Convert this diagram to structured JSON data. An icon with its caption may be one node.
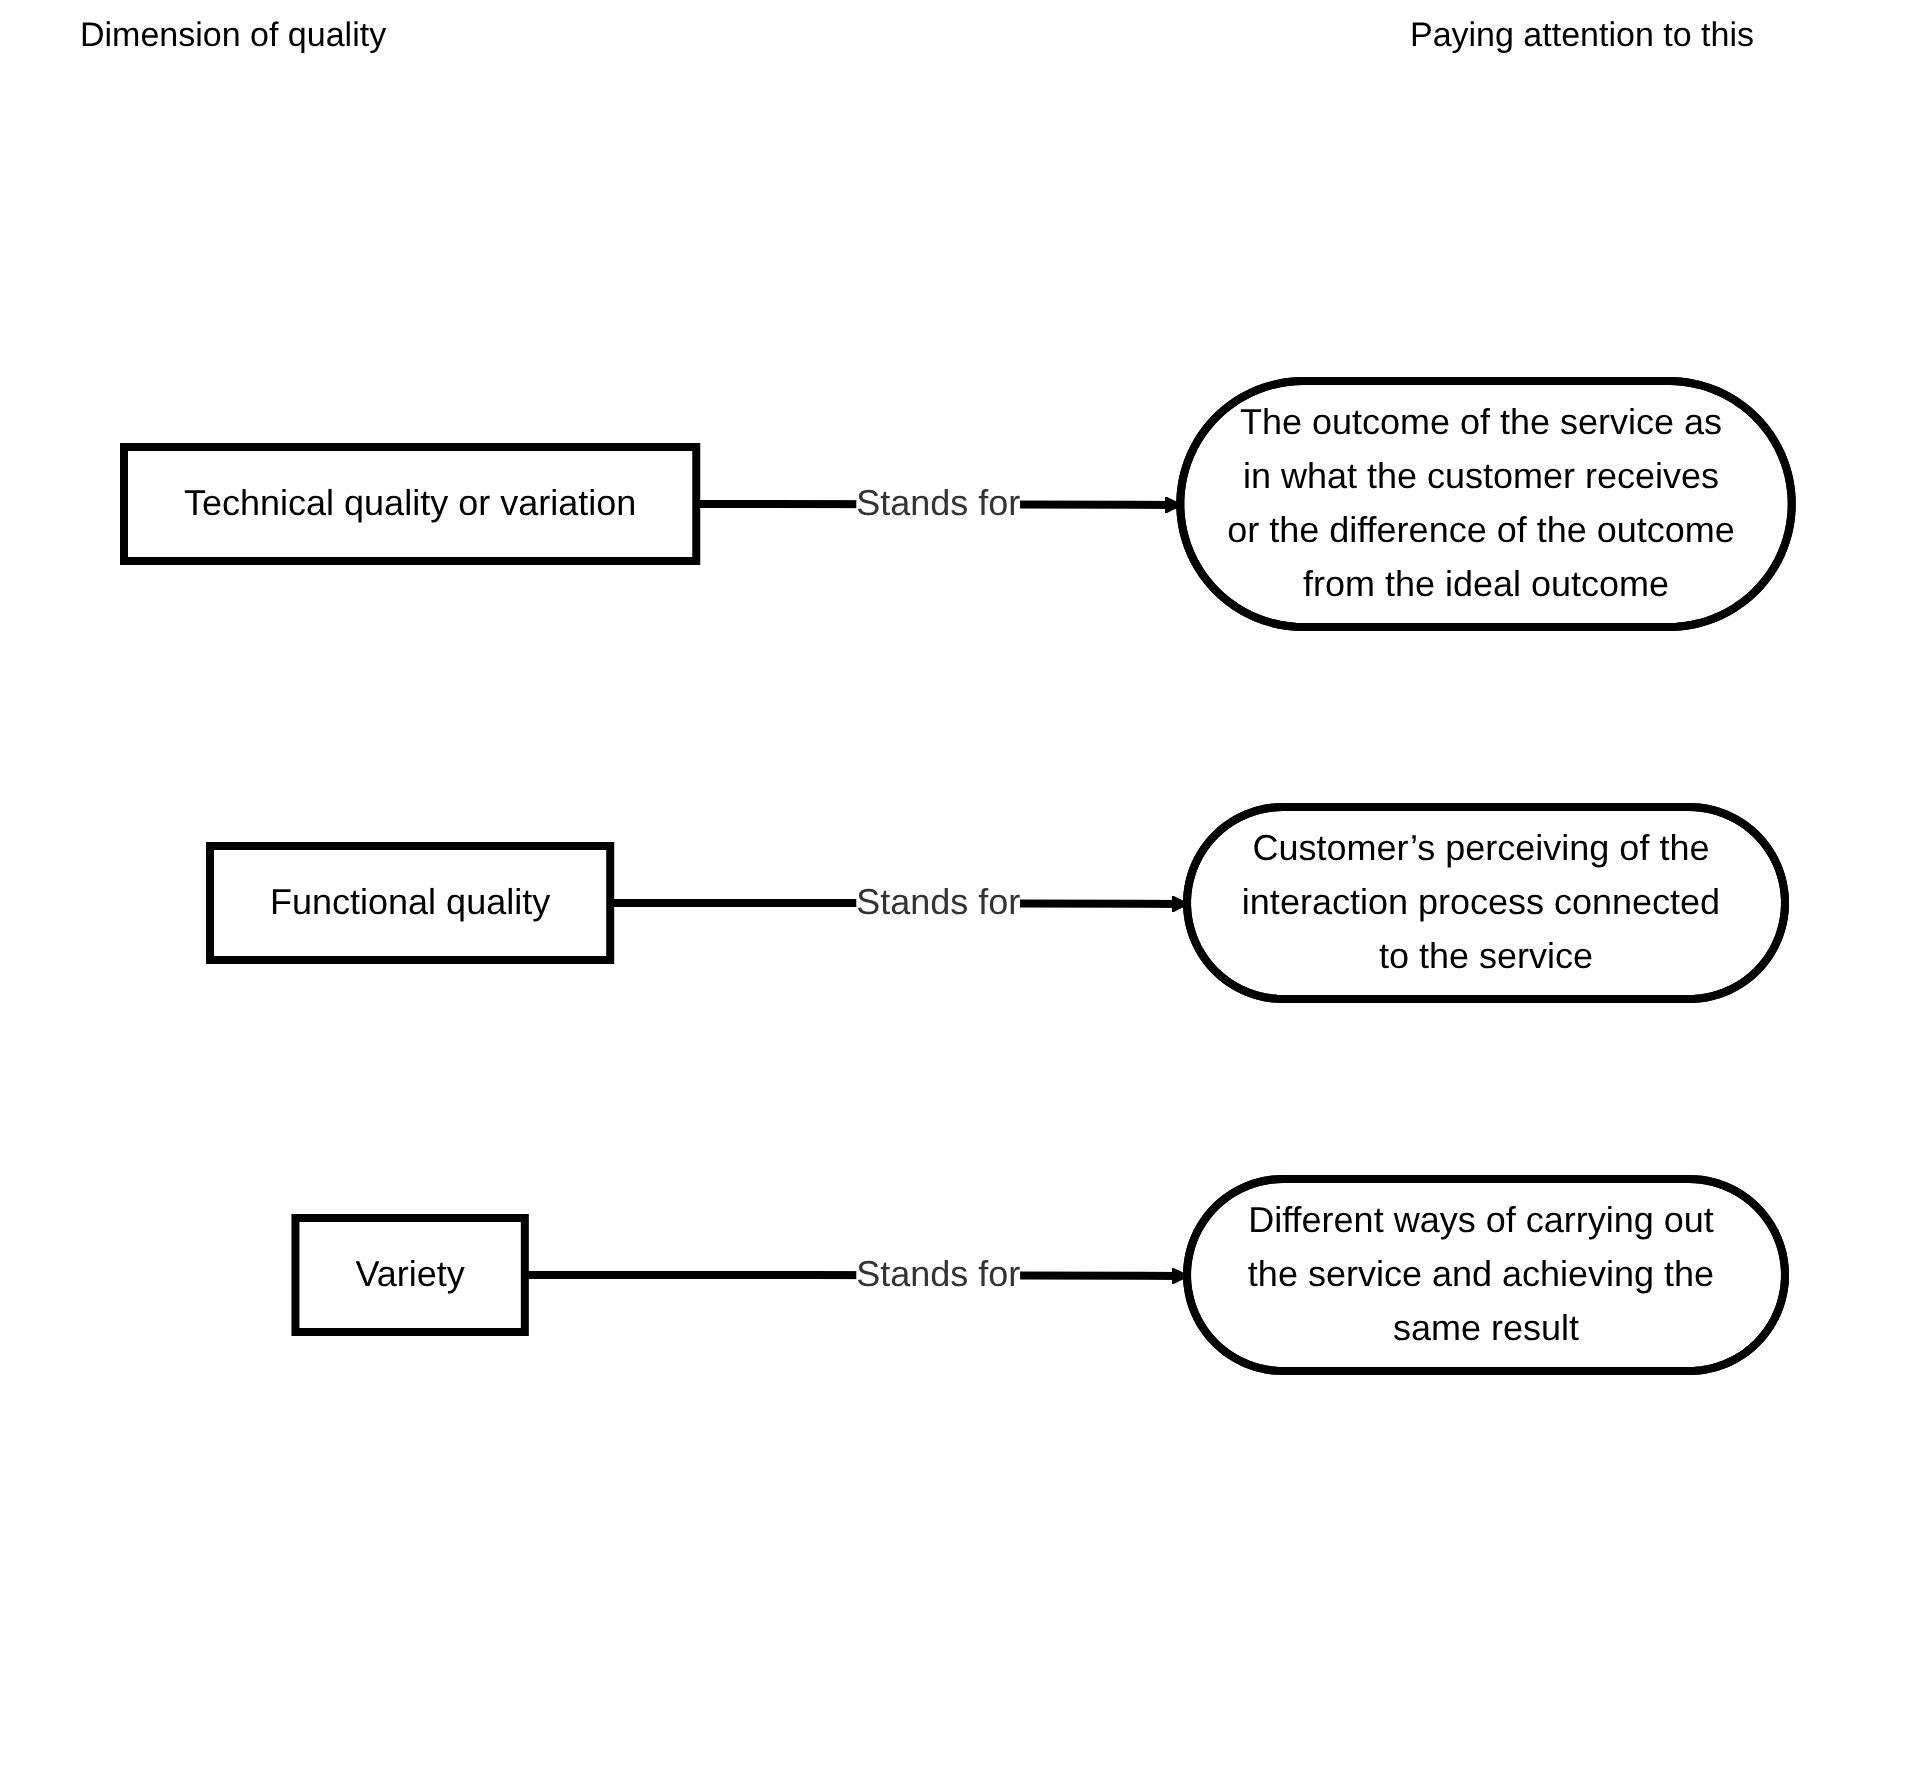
{
  "diagram": {
    "nodes": [
      {
        "text": [
          "Technical quality or variation"
        ]
      },
      {
        "text": [
          "The outcome of the service as in what the customer receives or the difference of the outcome from the ideal outcome"
        ]
      },
      {
        "text": [
          "Functional quality"
        ]
      },
      {
        "text": [
          "Customer’s perceiving of the interaction process connected to the service"
        ]
      },
      {
        "text": [
          "Variety"
        ]
      },
      {
        "text": [
          "Different ways of carrying out the service and achieving the same result"
        ]
      }
    ],
    "edges": [
      {
        "from": 0,
        "to": 1,
        "arrow": "to",
        "label": "Stands for"
      },
      {
        "from": 2,
        "to": 3,
        "arrow": "to",
        "label": "Stands for"
      },
      {
        "from": 4,
        "to": 5,
        "arrow": "to",
        "label": "Stands for"
      }
    ],
    "labels": [
      "Dimension of quality",
      "Paying attention to this"
    ]
  }
}
